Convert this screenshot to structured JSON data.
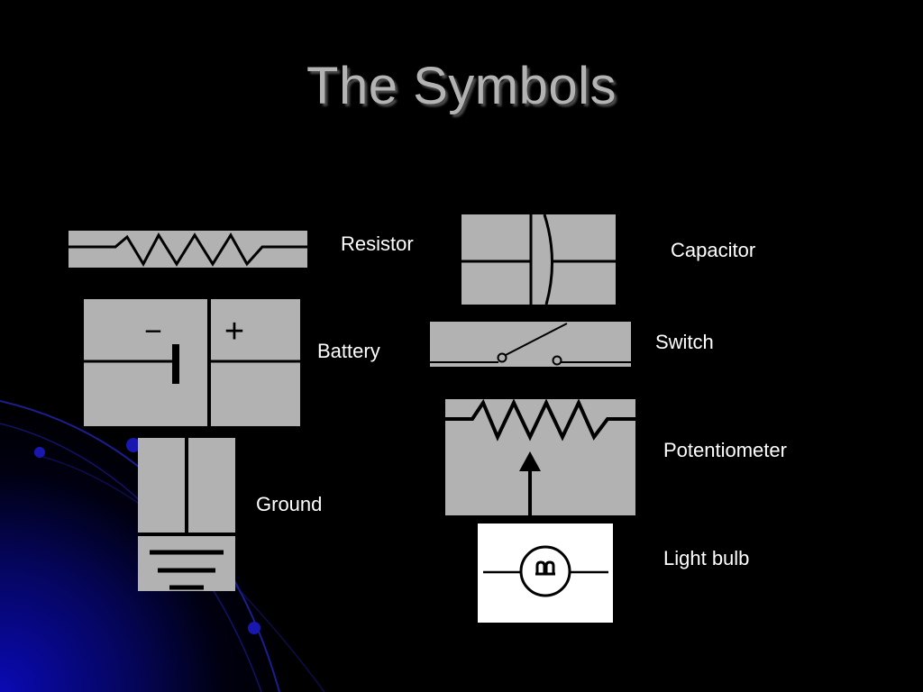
{
  "slide": {
    "title": "The Symbols",
    "background_color": "#000000",
    "accent_color": "#0a0aa0",
    "symbol_fill": "#b2b2b2",
    "symbols": [
      {
        "id": "resistor",
        "label": "Resistor",
        "icon": "resistor-icon"
      },
      {
        "id": "capacitor",
        "label": "Capacitor",
        "icon": "capacitor-icon"
      },
      {
        "id": "battery",
        "label": "Battery",
        "icon": "battery-icon"
      },
      {
        "id": "switch",
        "label": "Switch",
        "icon": "switch-icon"
      },
      {
        "id": "potentiometer",
        "label": "Potentiometer",
        "icon": "potentiometer-icon"
      },
      {
        "id": "ground",
        "label": "Ground",
        "icon": "ground-icon"
      },
      {
        "id": "light_bulb",
        "label": "Light bulb",
        "icon": "light-bulb-icon"
      }
    ],
    "battery_symbols": {
      "minus": "−",
      "plus": "+"
    }
  }
}
